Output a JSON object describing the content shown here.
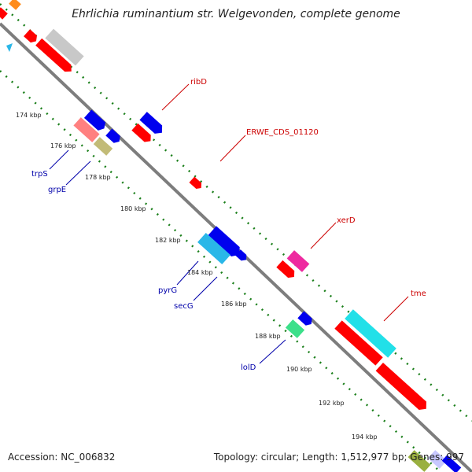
{
  "title": "Ehrlichia ruminantium str. Welgevonden, complete genome",
  "footer": {
    "accession": "Accession: NC_006832",
    "summary": "Topology: circular; Length: 1,512,977 bp; Genes: 997"
  },
  "ticks": [
    "174 kbp",
    "176 kbp",
    "178 kbp",
    "180 kbp",
    "182 kbp",
    "184 kbp",
    "186 kbp",
    "188 kbp",
    "190 kbp",
    "192 kbp",
    "194 kbp"
  ],
  "gene_labels": {
    "ribD": "ribD",
    "erwe": "ERWE_CDS_01120",
    "xerD": "xerD",
    "tme": "tme",
    "trpS": "trpS",
    "grpE": "grpE",
    "pyrG": "pyrG",
    "secG": "secG",
    "lolD": "lolD"
  },
  "colors": {
    "backbone": "#8a8a8a",
    "dotted_track": "#1a7f1a",
    "label_forward": "#cc0000",
    "label_reverse": "#0000aa"
  }
}
